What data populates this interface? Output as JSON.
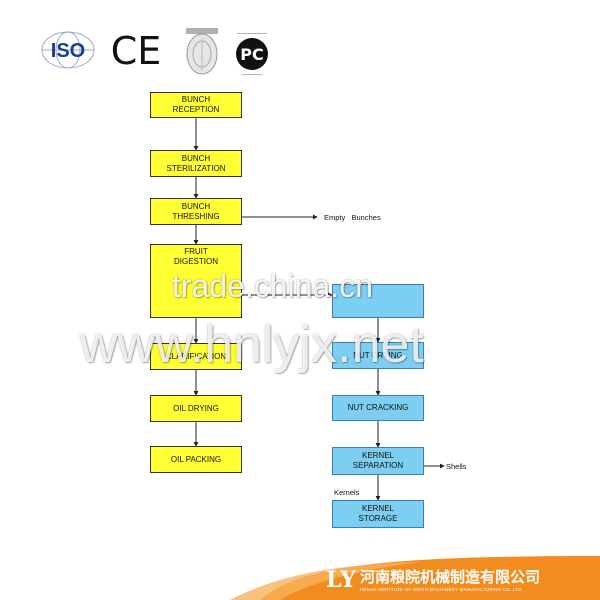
{
  "certifications": {
    "iso": "ISO",
    "ce": "CE",
    "seal_icon": "certification-seal",
    "gost_icon": "gost-pc-mark"
  },
  "process_left": [
    {
      "line1": "BUNCH",
      "line2": "RECEPTION"
    },
    {
      "line1": "BUNCH",
      "line2": "STERILIZATION"
    },
    {
      "line1": "BUNCH",
      "line2": "THRESHING"
    },
    {
      "line1": "FRUIT",
      "line2": "DIGESTION"
    },
    {
      "line1": "",
      "line2": "CLARIFICATION"
    },
    {
      "line1": "",
      "line2": "OIL DRYING"
    },
    {
      "line1": "",
      "line2": "OIL PACKING"
    }
  ],
  "process_right": [
    {
      "line1": "",
      "line2": ""
    },
    {
      "line1": "",
      "line2": "NUT DRYING"
    },
    {
      "line1": "",
      "line2": "NUT CRACKING"
    },
    {
      "line1": "KERNEL",
      "line2": "SEPARATION"
    },
    {
      "line1": "KERNEL",
      "line2": "STORAGE"
    }
  ],
  "side_labels": {
    "empty_bunches": "Empty   Bunches",
    "shells": "Shells",
    "kernels": "Kernels"
  },
  "watermarks": {
    "trade": "trade.china.cn",
    "site": "www.hnlyjx.net"
  },
  "footer": {
    "logo_letters": "LY",
    "company": "河南粮院机械制造有限公司",
    "subtitle": "HENAN INSTITUTE OF GRAIN MACHINERY MANUFACTURING CO.,LTD.",
    "bg_color": "#f28c1e"
  },
  "colors": {
    "yellow_box": "#ffff33",
    "blue_box": "#7ccff2",
    "iso_blue": "#1b3f8f"
  }
}
